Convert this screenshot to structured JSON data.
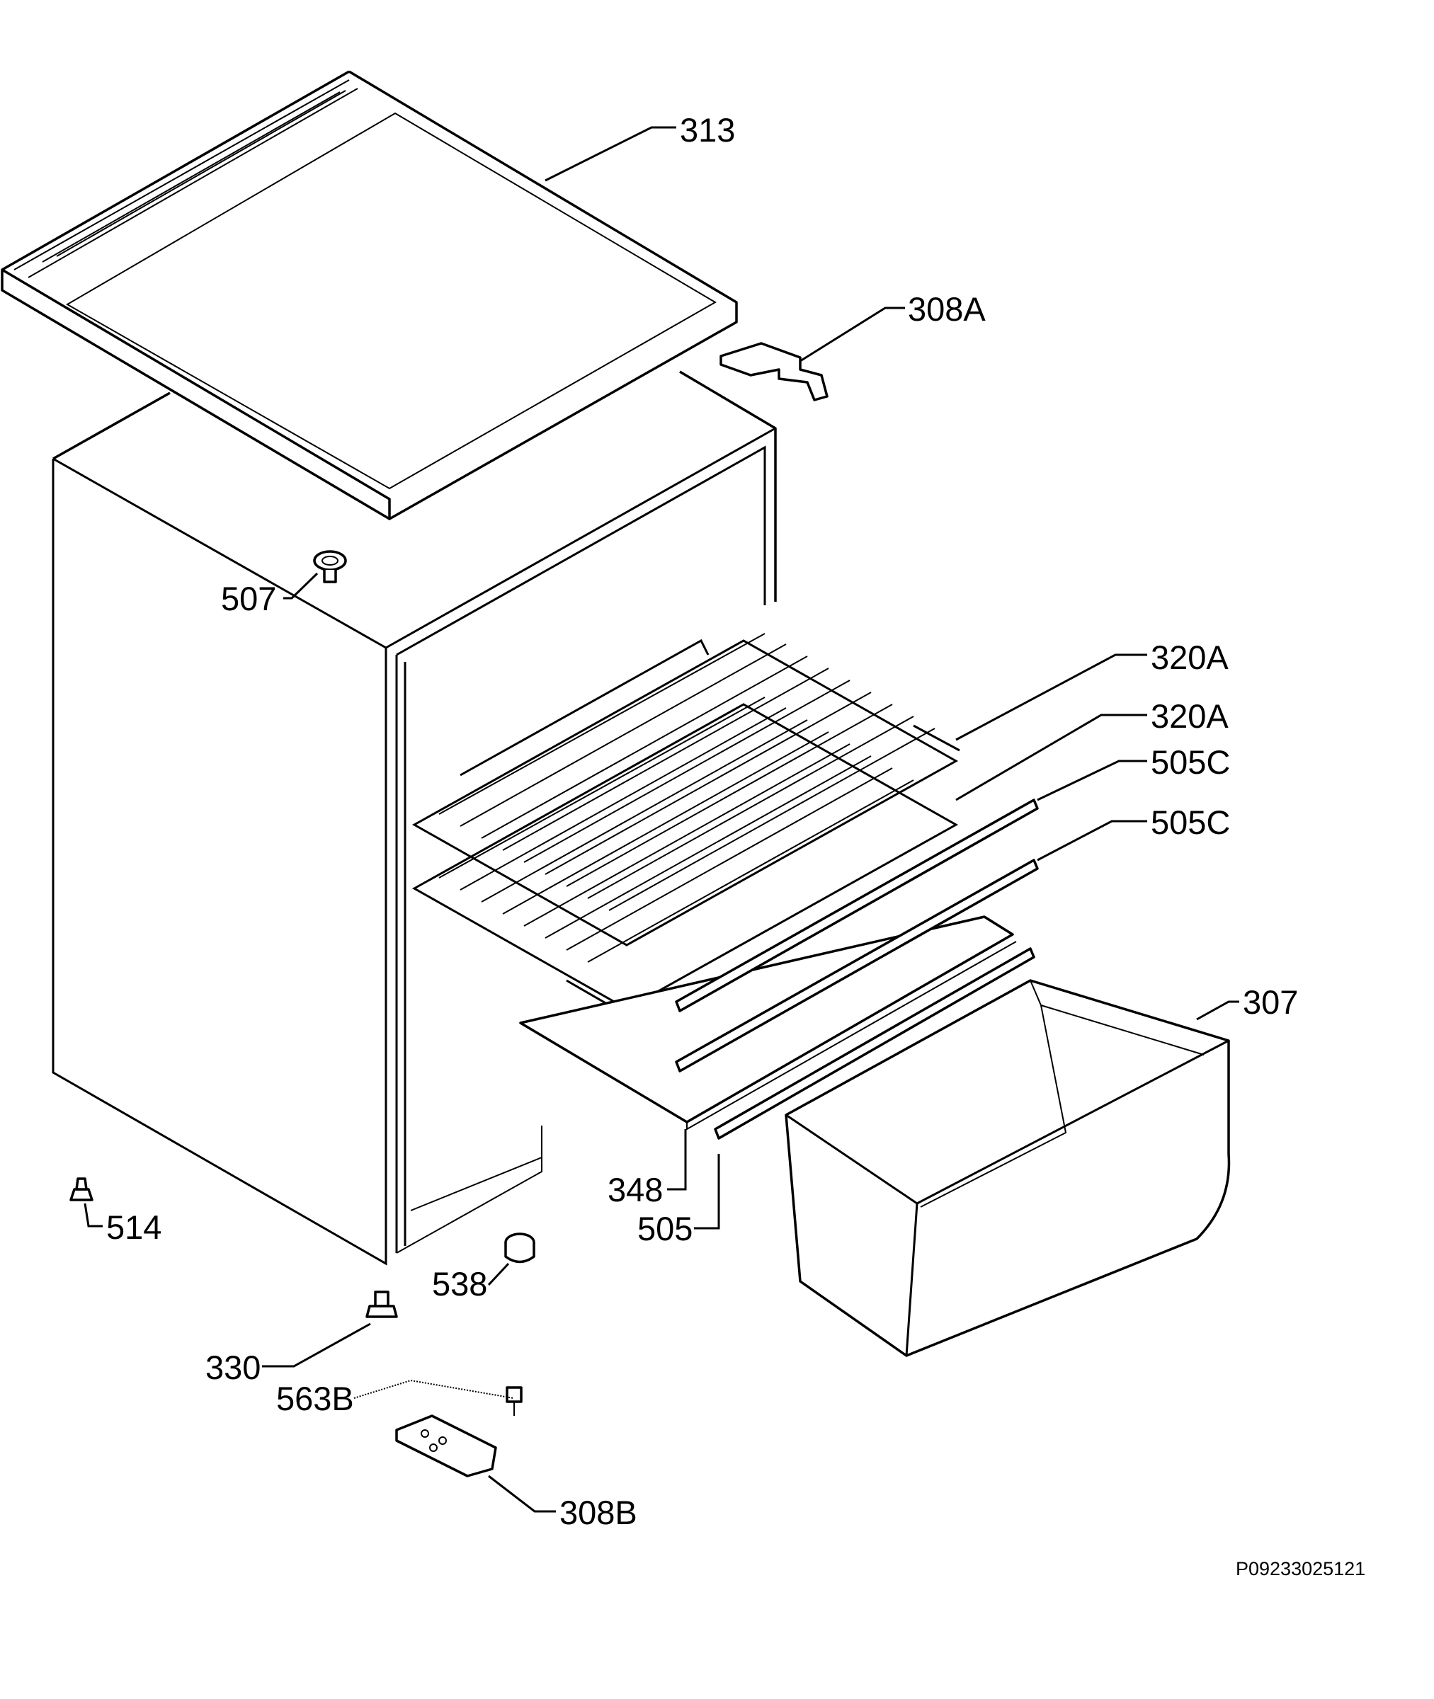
{
  "diagram": {
    "reference_code": "P09233025121",
    "parts": [
      {
        "id": "313"
      },
      {
        "id": "308A"
      },
      {
        "id": "507"
      },
      {
        "id": "320A"
      },
      {
        "id": "320A"
      },
      {
        "id": "505C"
      },
      {
        "id": "505C"
      },
      {
        "id": "307"
      },
      {
        "id": "348"
      },
      {
        "id": "505"
      },
      {
        "id": "514"
      },
      {
        "id": "538"
      },
      {
        "id": "330"
      },
      {
        "id": "563B"
      },
      {
        "id": "308B"
      }
    ]
  },
  "colors": {
    "line": "#000000",
    "background": "#ffffff"
  }
}
